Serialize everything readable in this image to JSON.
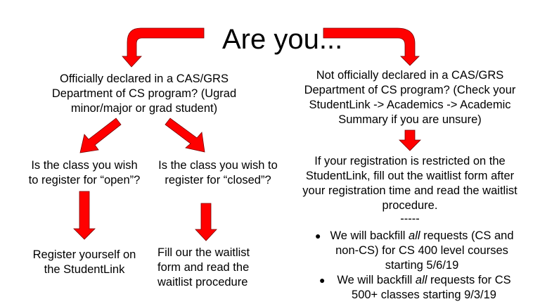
{
  "title": "Are you...",
  "colors": {
    "arrow": "#ff0000",
    "arrow_stroke": "#7a0000",
    "text": "#000000",
    "background": "#ffffff"
  },
  "left_branch": {
    "question_lines": [
      "Officially declared in a CAS/GRS",
      "Department of CS program? (Ugrad",
      "minor/major or grad student)"
    ],
    "open": {
      "question_lines": [
        "Is the class you wish",
        "to register for “open”?"
      ],
      "action_lines": [
        "Register yourself on",
        "the StudentLink"
      ]
    },
    "closed": {
      "question_lines": [
        "Is the class you wish to",
        "register for “closed”?"
      ],
      "action_lines": [
        "Fill our the waitlist",
        "form and read the",
        "waitlist procedure"
      ]
    }
  },
  "right_branch": {
    "question_lines": [
      "Not officially declared in a CAS/GRS",
      "Department of CS program? (Check your",
      "StudentLink -> Academics -> Academic",
      "Summary if you are unsure)"
    ],
    "action_lines": [
      "If your registration is restricted on the",
      "StudentLink, fill out the waitlist form after",
      "your registration time and read the waitlist",
      "procedure."
    ],
    "separator": "-----",
    "bullets": [
      {
        "pre": "We will backfill ",
        "em": "all",
        "post": " requests (CS and",
        "line2": "non-CS) for CS 400 level courses",
        "line3": "starting 5/6/19"
      },
      {
        "pre": "We will backfill ",
        "em": "all",
        "post": " requests for CS",
        "line2": "500+ classes starting 9/3/19",
        "line3": ""
      }
    ],
    "bullet_glyph": "●"
  }
}
